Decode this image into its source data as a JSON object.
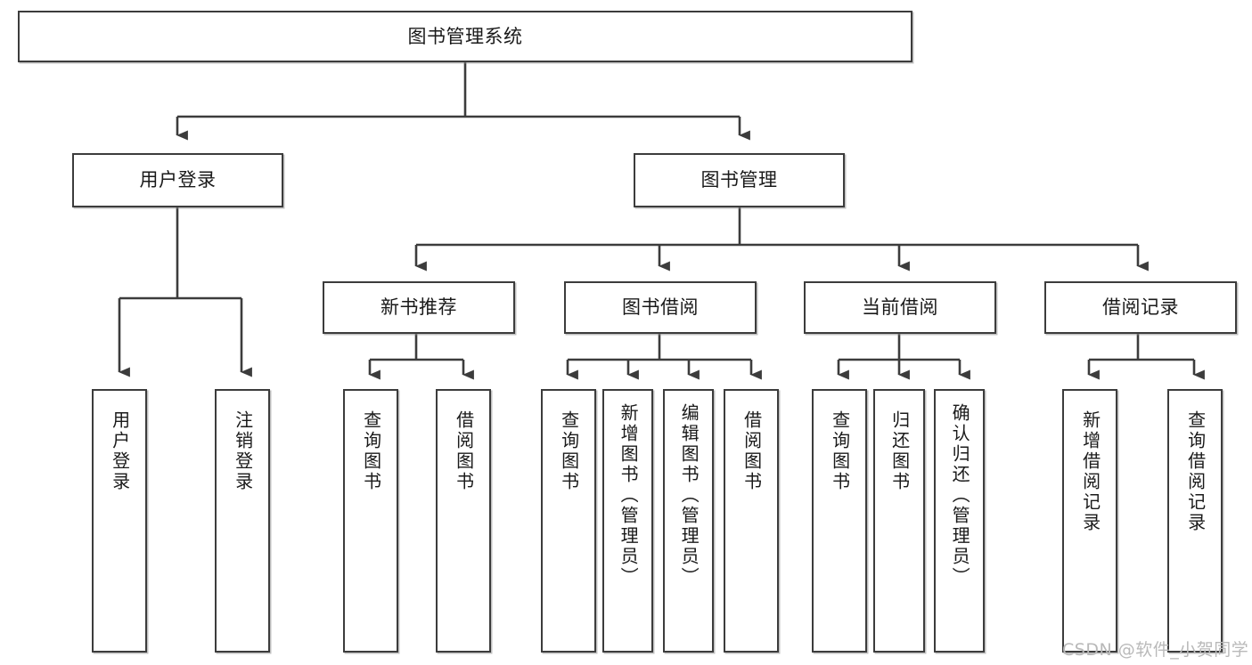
{
  "diagram": {
    "title": "图书管理系统",
    "type": "tree-hierarchy",
    "line_color": "#3c3c3c",
    "box_fill": "#ffffff",
    "text_color": "#1a1a1a",
    "root": {
      "label": "图书管理系统"
    },
    "level2": [
      {
        "label": "用户登录"
      },
      {
        "label": "图书管理"
      }
    ],
    "level3": [
      {
        "label": "新书推荐"
      },
      {
        "label": "图书借阅"
      },
      {
        "label": "当前借阅"
      },
      {
        "label": "借阅记录"
      }
    ],
    "leaves": {
      "user_login": [
        {
          "label": "用户登录"
        },
        {
          "label": "注销登录"
        }
      ],
      "new_book_recommend": [
        {
          "label": "查询图书"
        },
        {
          "label": "借阅图书"
        }
      ],
      "book_borrow": [
        {
          "label": "查询图书"
        },
        {
          "label": "新增图书（管理员）"
        },
        {
          "label": "编辑图书（管理员）"
        },
        {
          "label": "借阅图书"
        }
      ],
      "current_borrow": [
        {
          "label": "查询图书"
        },
        {
          "label": "归还图书"
        },
        {
          "label": "确认归还（管理员）"
        }
      ],
      "borrow_record": [
        {
          "label": "新增借阅记录"
        },
        {
          "label": "查询借阅记录"
        }
      ]
    }
  },
  "watermark": {
    "text": "CSDN @软件_小贺同学"
  }
}
